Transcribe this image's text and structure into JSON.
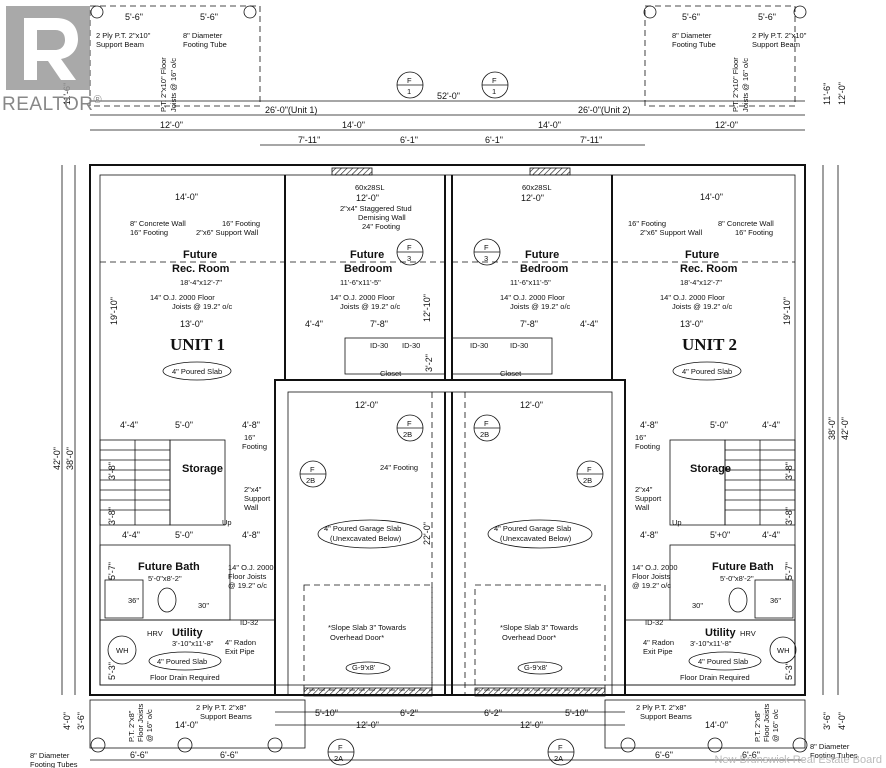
{
  "branding": {
    "logo_text": "REALTOR",
    "logo_reg": "®",
    "watermark": "New Brunswick Real Estate Board"
  },
  "overall": {
    "width_total": "52'-0\"",
    "unit1_width": "26'-0\"(Unit 1)",
    "unit2_width": "26'-0\"(Unit 2)",
    "depth_left_a": "42'-0\"",
    "depth_left_b": "38'-0\"",
    "depth_right_a": "38'-0\"",
    "depth_right_b": "42'-0\""
  },
  "top_dims": {
    "deck_left_a": "5'-6\"",
    "deck_left_b": "5'-6\"",
    "deck_right_a": "5'-6\"",
    "deck_right_b": "5'-6\"",
    "left_12": "12'-0\"",
    "left_14": "14'-0\"",
    "right_14": "14'-0\"",
    "right_12": "12'-0\"",
    "d7_11_left": "7'-11\"",
    "d6_1_left": "6'-1\"",
    "d6_1_right": "6'-1\"",
    "d7_11_right": "7'-11\"",
    "right_11_6": "11'-6\"",
    "right_12_0": "12'-0\"",
    "left_11_6": "11'-6\""
  },
  "top_notes": {
    "ply_beam_left": "2 Ply P.T. 2\"x10\"",
    "ply_beam_left_2": "Support Beam",
    "tube_left": "8\" Diameter",
    "tube_left_2": "Footing Tube",
    "tube_right": "8\" Diameter",
    "tube_right_2": "Footing Tube",
    "ply_beam_right": "2 Ply P.T. 2\"x10\"",
    "ply_beam_right_2": "Support Beam",
    "floor_joists_left": "P.T. 2\"x10\" Floor",
    "floor_joists_left_2": "Joists @ 16\" o/c",
    "floor_joists_right": "P.T. 2\"x10\" Floor",
    "floor_joists_right_2": "Joists @ 16\" o/c"
  },
  "section_markers": [
    {
      "letter": "F",
      "num": "1"
    },
    {
      "letter": "F",
      "num": "1"
    },
    {
      "letter": "F",
      "num": "3"
    },
    {
      "letter": "F",
      "num": "3"
    },
    {
      "letter": "F",
      "num": "2B"
    },
    {
      "letter": "F",
      "num": "2B"
    },
    {
      "letter": "F",
      "num": "2B"
    },
    {
      "letter": "F",
      "num": "2B"
    },
    {
      "letter": "F",
      "num": "2A"
    },
    {
      "letter": "F",
      "num": "2A"
    }
  ],
  "windows": {
    "w_left": "60x28SL",
    "w_right": "60x28SL"
  },
  "interior": {
    "demising_a": "2\"x4\" Staggered Stud",
    "demising_b": "Demising Wall",
    "footing_24": "24\" Footing",
    "center_12_left": "12'-0\"",
    "center_12_right": "12'-0\"",
    "dim_14_left": "14'-0\"",
    "dim_14_right": "14'-0\"",
    "dim_12_10": "12'-10\"",
    "dim_19_10_left": "19'-10\"",
    "dim_19_10_right": "19'-10\"",
    "dim_13_left": "13'-0\"",
    "dim_13_right": "13'-0\"",
    "dim_4_4_a": "4'-4\"",
    "dim_7_8_a": "7'-8\"",
    "dim_7_8_b": "7'-8\"",
    "dim_4_4_b": "4'-4\"",
    "dim_3_2": "3'-2\""
  },
  "rooms_u1": {
    "unit_label": "UNIT 1",
    "rec_a": "Future",
    "rec_b": "Rec. Room",
    "rec_size": "18'-4\"x12'-7\"",
    "bed_a": "Future",
    "bed_b": "Bedroom",
    "bed_size": "11'-6\"x11'-5\"",
    "joists_a": "14\" O.J. 2000 Floor",
    "joists_b": "Joists @ 19.2\" o/c",
    "joists_c": "14\" O.J. 2000 Floor",
    "joists_d": "Joists @ 19.2\" o/c",
    "slab": "4\" Poured Slab",
    "concrete_wall": "8\" Concrete Wall",
    "footing_16": "16\" Footing",
    "footing_16b": "16\" Footing",
    "support_wall": "2\"x6\" Support Wall",
    "closet": "Closet",
    "storage": "Storage",
    "bath_a": "Future Bath",
    "bath_size": "5'-0\"x8'-2\"",
    "utility": "Utility",
    "utility_size": "3'-10\"x11'-8\"",
    "hrv": "HRV",
    "wh": "WH",
    "radon_a": "4\" Radon",
    "radon_b": "Exit Pipe",
    "util_slab": "4\" Poured Slab",
    "drain": "Floor Drain Required",
    "oj_a": "14\" O.J. 2000",
    "oj_b": "Floor Joists",
    "oj_c": "@ 19.2\" o/c",
    "support_a": "2\"x4\"",
    "support_b": "Support",
    "support_c": "Wall",
    "footing_16c": "16\"",
    "footing_16d": "Footing",
    "d4_4": "4'-4\"",
    "d5_0": "5'-0\"",
    "d4_8": "4'-8\"",
    "d4_4b": "4'-4\"",
    "d5_0b": "5'-0\"",
    "d4_8b": "4'-8\"",
    "d3_8": "3'-8\"",
    "d3_8b": "3'-8\"",
    "d5_7": "5'-7\"",
    "d5_3": "5'-3\"",
    "shower": "36\"",
    "toilet": "30\"",
    "door_a": "ID-30",
    "door_b": "ID-30",
    "door_c": "ID-32",
    "up": "Up"
  },
  "rooms_u2": {
    "unit_label": "UNIT 2",
    "rec_a": "Future",
    "rec_b": "Rec. Room",
    "rec_size": "18'-4\"x12'-7\"",
    "bed_a": "Future",
    "bed_b": "Bedroom",
    "bed_size": "11'-6\"x11'-5\"",
    "joists_a": "14\" O.J. 2000 Floor",
    "joists_b": "Joists @ 19.2\" o/c",
    "joists_c": "14\" O.J. 2000 Floor",
    "joists_d": "Joists @ 19.2\" o/c",
    "slab": "4\" Poured Slab",
    "concrete_wall": "8\" Concrete Wall",
    "footing_16": "16\" Footing",
    "footing_16b": "16\" Footing",
    "support_wall": "2\"x6\" Support Wall",
    "closet": "Closet",
    "storage": "Storage",
    "bath_a": "Future Bath",
    "bath_size": "5'-0\"x8'-2\"",
    "utility": "Utility",
    "utility_size": "3'-10\"x11'-8\"",
    "hrv": "HRV",
    "wh": "WH",
    "radon_a": "4\" Radon",
    "radon_b": "Exit Pipe",
    "util_slab": "4\" Poured Slab",
    "drain": "Floor Drain Required",
    "oj_a": "14\" O.J. 2000",
    "oj_b": "Floor Joists",
    "oj_c": "@ 19.2\" o/c",
    "support_a": "2\"x4\"",
    "support_b": "Support",
    "support_c": "Wall",
    "footing_16c": "16\"",
    "footing_16d": "Footing",
    "d4_8": "4'-8\"",
    "d5_0": "5'-0\"",
    "d4_4": "4'-4\"",
    "d4_8b": "4'-8\"",
    "d5_0b": "5'+0\"",
    "d4_4b": "4'-4\"",
    "d3_8": "3'-8\"",
    "d3_8b": "3'-8\"",
    "d5_7": "5'-7\"",
    "d5_3": "5'-3\"",
    "shower": "36\"",
    "toilet": "30\"",
    "door_a": "ID-30",
    "door_b": "ID-30",
    "door_c": "ID-32",
    "up": "Up"
  },
  "garage": {
    "center_12_a": "12'-0\"",
    "center_12_b": "12'-0\"",
    "slab_a_1": "4\" Poured Garage Slab",
    "slab_a_2": "(Unexcavated Below)",
    "slab_b_1": "4\" Poured Garage Slab",
    "slab_b_2": "(Unexcavated Below)",
    "depth": "22'-0\"",
    "slope_a_1": "*Slope Slab 3\" Towards",
    "slope_a_2": "Overhead Door*",
    "slope_b_1": "*Slope Slab 3\" Towards",
    "slope_b_2": "Overhead Door*",
    "door_a": "G-9'x8'",
    "door_b": "G-9'x8'"
  },
  "bottom": {
    "ply_a": "2 Ply P.T. 2\"x8\"",
    "ply_a_2": "Support Beams",
    "ply_b": "2 Ply P.T. 2\"x8\"",
    "ply_b_2": "Support Beams",
    "pt_joists_a": "P.T. 2\"x8\"",
    "pt_joists_b": "Floor Joists",
    "pt_joists_c": "@ 16\" o/c",
    "pt_joists_d": "P.T. 2\"x8\"",
    "pt_joists_e": "Floor Joists",
    "pt_joists_f": "@ 16\" o/c",
    "d14_left": "14'-0\"",
    "d14_right": "14'-0\"",
    "d5_10_left": "5'-10\"",
    "d6_2_left": "6'-2\"",
    "d6_2_right": "6'-2\"",
    "d5_10_right": "5'-10\"",
    "d12_left": "12'-0\"",
    "d12_right": "12'-0\"",
    "d6_6_a": "6'-6\"",
    "d6_6_b": "6'-6\"",
    "d6_6_c": "6'-6\"",
    "d6_6_d": "6'-6\"",
    "d4_0_left": "4'-0\"",
    "d3_6_left": "3'-6\"",
    "d3_6_right": "3'-6\"",
    "d4_0_right": "4'-0\"",
    "tubes_left_a": "8\" Diameter",
    "tubes_left_b": "Footing Tubes",
    "tubes_right_a": "8\" Diameter",
    "tubes_right_b": "Footing Tubes"
  }
}
